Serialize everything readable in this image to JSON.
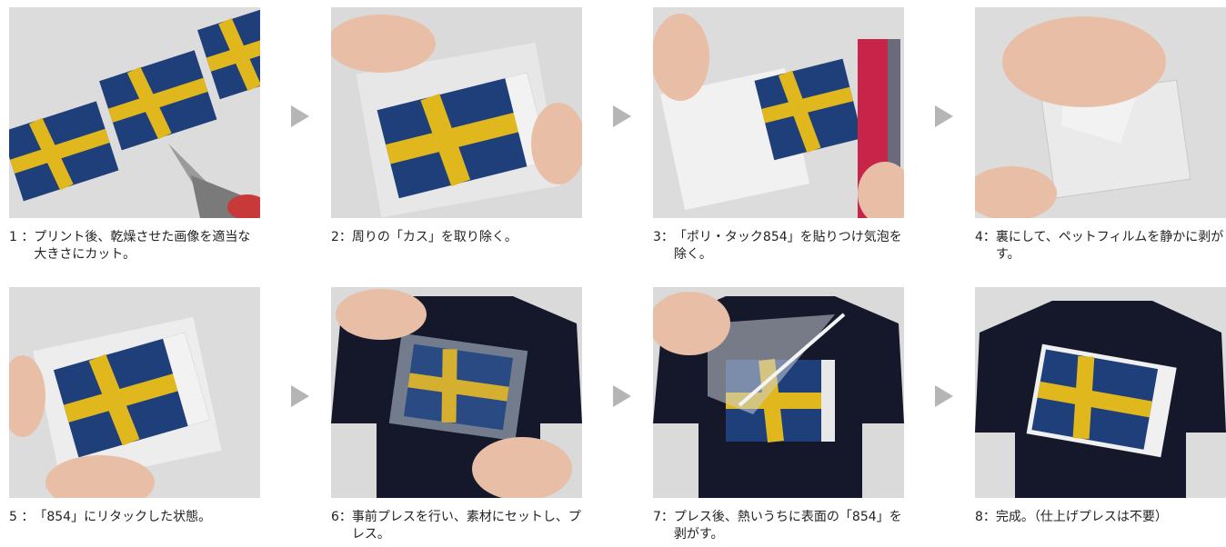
{
  "steps": [
    {
      "num": "1 ：",
      "text": "プリント後、乾燥させた画像を適当な大きさにカット。",
      "photo": "flag-strip-cut-with-scissors"
    },
    {
      "num": "2：",
      "text": "周りの「カス」を取り除く。",
      "photo": "peel-excess-film"
    },
    {
      "num": "3：",
      "text": "「ポリ・タック854」を貼りつけ気泡を除く。",
      "photo": "apply-854-with-squeegee"
    },
    {
      "num": "4：",
      "text": "裏にして、ペットフィルムを静かに剥がす。",
      "photo": "peel-pet-film"
    },
    {
      "num": "5 ：",
      "text": "「854」にリタックした状態。",
      "photo": "retacked-854"
    },
    {
      "num": "6：",
      "text": "事前プレスを行い、素材にセットし、プレス。",
      "photo": "set-on-tshirt"
    },
    {
      "num": "7：",
      "text": "プレス後、熱いうちに表面の「854」を剥がす。",
      "photo": "peel-854-hot"
    },
    {
      "num": "8：",
      "text": "完成。（仕上げプレスは不要）",
      "photo": "finished-tshirt"
    }
  ],
  "colors": {
    "flag_blue": "#1f3f7a",
    "flag_yellow": "#e0b81e",
    "shirt": "#15182a",
    "bg_photo": "#dcdcdc",
    "arrow": "#b5b5b5",
    "squeegee_red": "#c8244a"
  }
}
